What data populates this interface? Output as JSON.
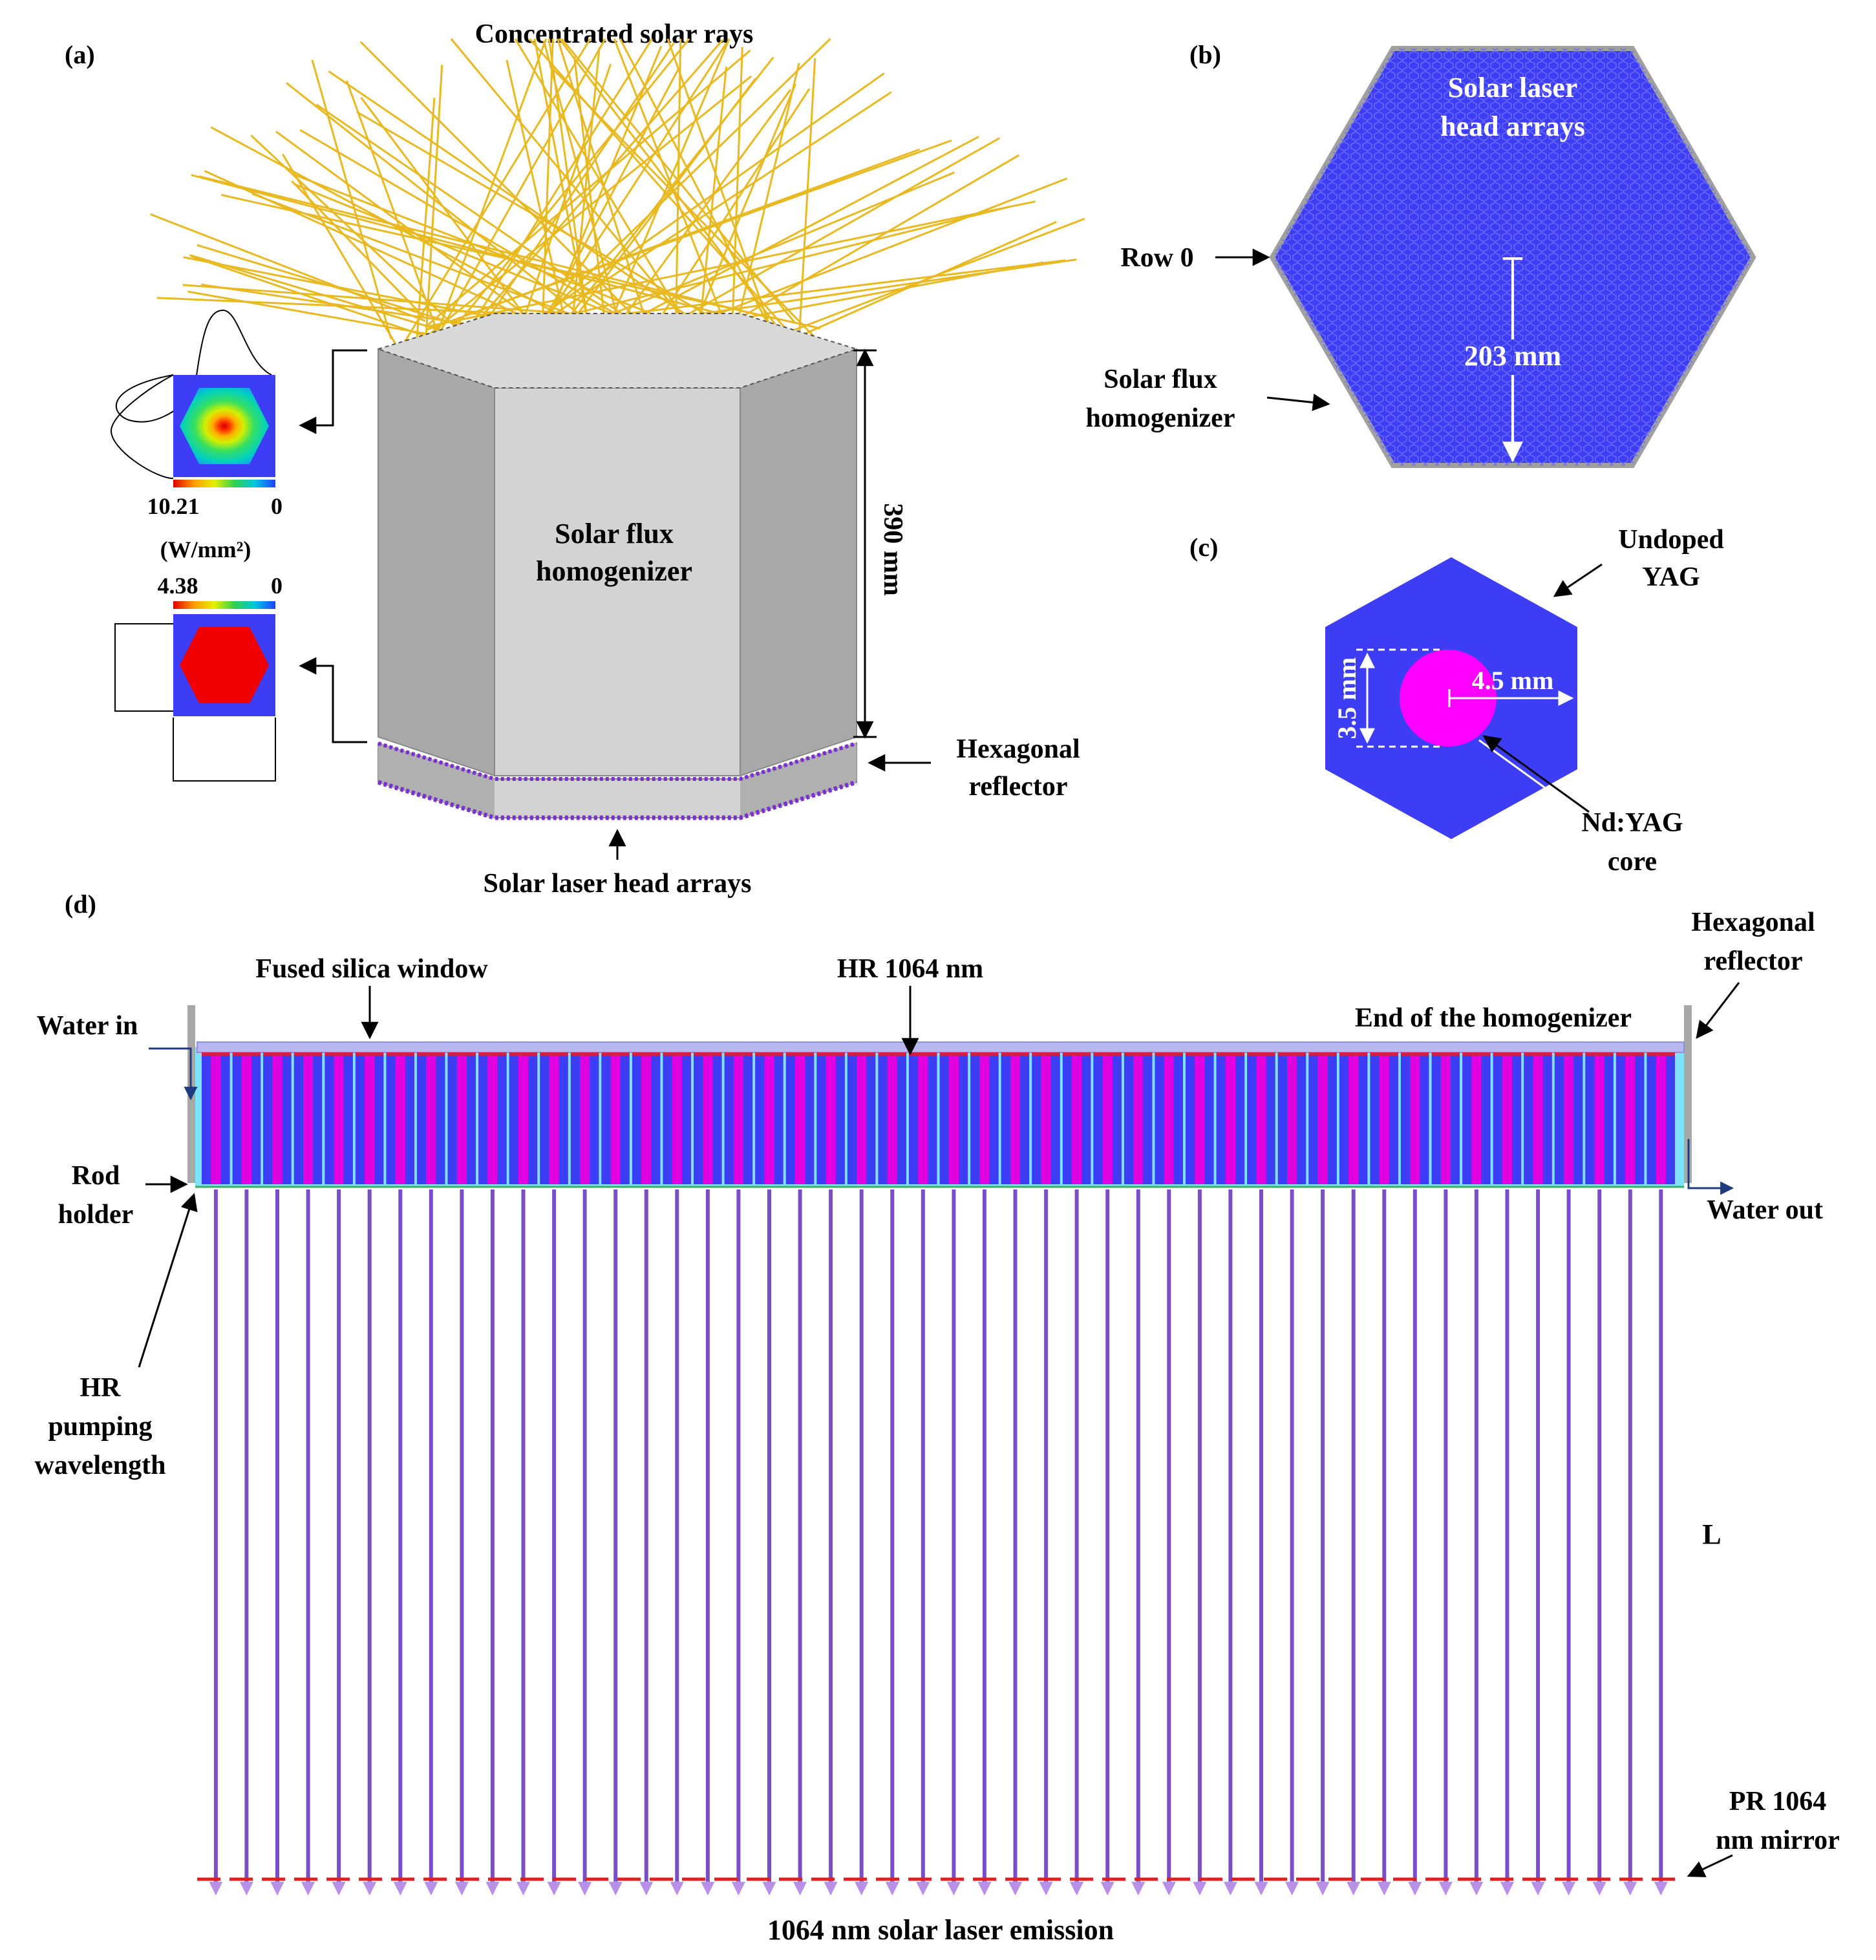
{
  "panels": {
    "a": "(a)",
    "b": "(b)",
    "c": "(c)",
    "d": "(d)"
  },
  "panel_a": {
    "rays_label": "Concentrated solar rays",
    "homogenizer_line1": "Solar flux",
    "homogenizer_line2": "homogenizer",
    "height_label": "390 mm",
    "reflector_line1": "Hexagonal",
    "reflector_line2": "reflector",
    "arrays_label": "Solar laser head arrays",
    "top_map_max": "10.21",
    "top_map_min": "0",
    "unit_label": "(W/mm²)",
    "bottom_map_max": "4.38",
    "bottom_map_min": "0"
  },
  "panel_b": {
    "arrays_line1": "Solar laser",
    "arrays_line2": "head arrays",
    "row_label": "Row 0",
    "homog_line1": "Solar flux",
    "homog_line2": "homogenizer",
    "dim_label": "203 mm"
  },
  "panel_c": {
    "undoped_line1": "Undoped",
    "undoped_line2": "YAG",
    "core_line1": "Nd:YAG",
    "core_line2": "core",
    "height_dim": "3.5 mm",
    "radius_dim": "4.5 mm"
  },
  "panel_d": {
    "window_label": "Fused silica window",
    "hr1064_label": "HR 1064 nm",
    "end_label": "End of the homogenizer",
    "hex_line1": "Hexagonal",
    "hex_line2": "reflector",
    "water_in": "Water in",
    "water_out": "Water out",
    "rod_line1": "Rod",
    "rod_line2": "holder",
    "hr_pump_line1": "HR",
    "hr_pump_line2": "pumping",
    "hr_pump_line3": "wavelength",
    "cavity_label": "L",
    "pr_line1": "PR 1064",
    "pr_line2": "nm mirror",
    "emission_label": "1064 nm solar laser emission",
    "rod_count": 48
  },
  "colors": {
    "yag_blue": "#3d3df5",
    "core_magenta": "#ff00ff",
    "rod_purple": "#7a4ec8",
    "ray_yellow": "#e8b920",
    "water_cyan": "#7fe3ff",
    "mirror_red": "#e02020"
  }
}
